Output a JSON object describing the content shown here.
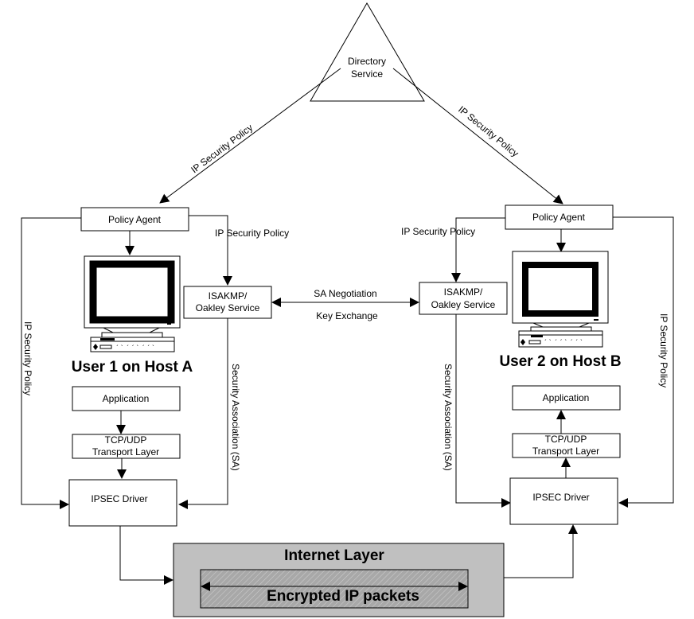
{
  "directory": {
    "line1": "Directory",
    "line2": "Service"
  },
  "diag_policy_left": "IP Security Policy",
  "diag_policy_right": "IP Security Policy",
  "host_a": {
    "title": "User 1 on Host A",
    "policy_agent": "Policy Agent",
    "policy_label_isakmp": "IP Security Policy",
    "policy_label_driver": "IP Security Policy",
    "isakmp_line1": "ISAKMP/",
    "isakmp_line2": "Oakley Service",
    "sa_label": "Security Association (SA)",
    "application": "Application",
    "transport_line1": "TCP/UDP",
    "transport_line2": "Transport Layer",
    "ipsec_driver": "IPSEC Driver"
  },
  "host_b": {
    "title": "User 2 on Host B",
    "policy_agent": "Policy Agent",
    "policy_label_isakmp": "IP Security Policy",
    "policy_label_driver": "IP Security Policy",
    "isakmp_line1": "ISAKMP/",
    "isakmp_line2": "Oakley Service",
    "sa_label": "Security Association (SA)",
    "application": "Application",
    "transport_line1": "TCP/UDP",
    "transport_line2": "Transport Layer",
    "ipsec_driver": "IPSEC Driver"
  },
  "negotiation": {
    "top": "SA Negotiation",
    "bottom": "Key Exchange"
  },
  "internet": {
    "title": "Internet Layer",
    "packets": "Encrypted IP packets"
  },
  "colors": {
    "internet_fill": "#c0c0c0",
    "packets_fill": "#a8a8a8"
  }
}
